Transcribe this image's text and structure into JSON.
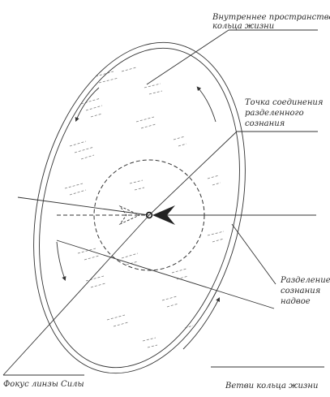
{
  "labels": {
    "inner_space_line1": "Внутреннее пространство",
    "inner_space_line2": "кольца жизни",
    "junction_line1": "Точка соединения",
    "junction_line2": "разделенного",
    "junction_line3": "сознания",
    "split_line1": "Разделение",
    "split_line2": "сознания",
    "split_line3": "надвое",
    "lens_focus": "Фокус линзы Силы",
    "ring_branches": "Ветви кольца жизни"
  }
}
